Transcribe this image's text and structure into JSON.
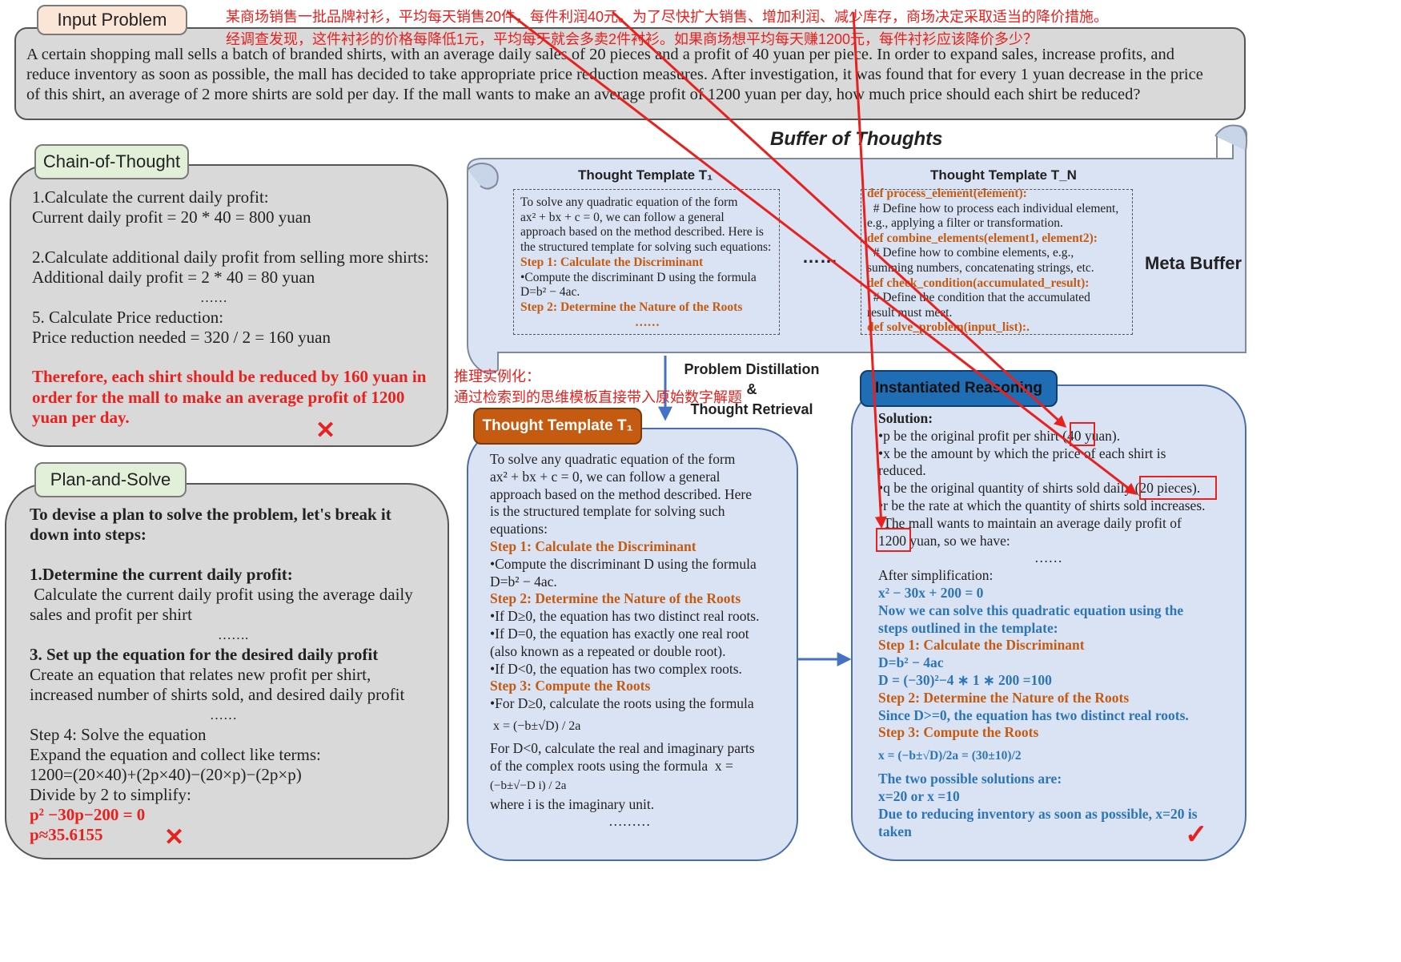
{
  "input_problem": {
    "tab_label": "Input Problem",
    "chinese_line1": "某商场销售一批品牌衬衫，平均每天销售20件，每件利润40元。为了尽快扩大销售、增加利润、减少库存，商场决定采取适当的降价措施。",
    "chinese_line2": "经调查发现，这件衬衫的价格每降低1元，平均每天就会多卖2件衬衫。如果商场想平均每天赚1200元，每件衬衫应该降价多少？",
    "lines": [
      "A certain shopping mall sells a batch of branded shirts, with an average daily sales of 20 pieces and a profit of 40 yuan per piece. In order to expand sales, increase profits, and",
      "reduce inventory as soon as possible, the mall has decided to take appropriate price reduction measures. After investigation, it was found that for every 1 yuan decrease in the price",
      "of this shirt, an average of 2 more shirts are sold per day. If the mall wants to make an average profit of 1200 yuan per day, how much price should each shirt be reduced?"
    ]
  },
  "chain_of_thought": {
    "tab_label": "Chain-of-Thought",
    "lines": [
      "1.Calculate the current daily profit:",
      "Current daily profit = 20 * 40 = 800 yuan",
      "",
      "2.Calculate additional daily profit from selling more shirts:",
      "Additional daily profit = 2 * 40 = 80 yuan",
      "……",
      "5. Calculate Price reduction:",
      "Price reduction needed = 320 / 2 = 160 yuan"
    ],
    "conclusion": [
      "Therefore, each shirt should be reduced by 160 yuan in",
      "order for the mall to make an average profit of 1200",
      "yuan per day."
    ],
    "mark": "✕"
  },
  "plan_and_solve": {
    "tab_label": "Plan-and-Solve",
    "intro": [
      "To devise a plan to solve the problem, let's break it",
      "down into steps:"
    ],
    "step1_title": "1.Determine the current daily profit:",
    "step1_lines": [
      " Calculate the current daily profit using the average daily",
      "sales and profit per shirt"
    ],
    "dots1": "…….",
    "step3_title": "3. Set up the equation for the desired daily profit",
    "step3_lines": [
      "Create an equation that relates new profit per shirt,",
      "increased number of shirts sold, and desired daily profit"
    ],
    "dots2": "……",
    "step4_lines": [
      "Step 4: Solve the equation",
      "Expand the equation and collect like terms:",
      "1200=(20×40)+(2p×40)−(20×p)−(2p×p)",
      "Divide by 2 to simplify:"
    ],
    "eq": "p² −30p−200 = 0",
    "approx": "p≈35.6155",
    "mark": "✕"
  },
  "buffer": {
    "title": "Buffer of Thoughts",
    "template1_title": "Thought Template T₁",
    "templateN_title": "Thought Template T_N",
    "meta_label": "Meta Buffer",
    "middle_dots": "……",
    "t1_lines": [
      "To solve any quadratic equation of the form",
      "ax² + bx + c = 0, we can follow a general",
      "approach based on the method described. Here is",
      "the structured template for solving such equations:"
    ],
    "t1_step1": "Step 1: Calculate the Discriminant",
    "t1_step1_lines": [
      "•Compute the discriminant D using the formula",
      "D=b² − 4ac."
    ],
    "t1_step2": "Step 2: Determine the Nature of the Roots",
    "t1_dots": "……",
    "tn_lines": [
      {
        "t": "def process_element(element):",
        "c": "o"
      },
      {
        "t": "  # Define how to process each individual element,",
        "c": "n"
      },
      {
        "t": "e.g., applying a filter or transformation.",
        "c": "n"
      },
      {
        "t": "def combine_elements(element1, element2):",
        "c": "o"
      },
      {
        "t": "  # Define how to combine elements, e.g.,",
        "c": "n"
      },
      {
        "t": "summing numbers, concatenating strings, etc.",
        "c": "n"
      },
      {
        "t": "def check_condition(accumulated_result):",
        "c": "o"
      },
      {
        "t": "  # Define the condition that the accumulated",
        "c": "n"
      },
      {
        "t": "result must meet.",
        "c": "n"
      },
      {
        "t": "def solve_problem(input_list):.",
        "c": "o"
      }
    ]
  },
  "distill": {
    "line1": "Problem Distillation",
    "line2": "&",
    "line3": "Thought Retrieval"
  },
  "instantiation_note": {
    "line1": "推理实例化：",
    "line2": "通过检索到的思维模板直接带入原始数字解题"
  },
  "template_card": {
    "tab_label": "Thought Template T₁",
    "intro": [
      "To solve any quadratic equation of the form",
      "ax² + bx + c = 0, we can follow a general",
      "approach based on the method described. Here",
      "is the structured template for solving such",
      "equations:"
    ],
    "step1": "Step 1: Calculate the Discriminant",
    "step1_lines": [
      "•Compute the discriminant D using the formula",
      "D=b² − 4ac."
    ],
    "step2": "Step 2: Determine the Nature of the Roots",
    "step2_lines": [
      "•If D≥0, the equation has two distinct real roots.",
      "•If D=0, the equation has exactly one real root",
      "(also known as a repeated or double root).",
      "•If D<0, the equation has two complex roots."
    ],
    "step3": "Step 3: Compute the Roots",
    "step3_lines": [
      "•For D≥0, calculate the roots using the formula"
    ],
    "formula1": "x = (−b±√D) / 2a",
    "step3_more": [
      "For D<0, calculate the real and imaginary parts",
      "of the complex roots using the formula  x ="
    ],
    "formula2": "(−b±√−D i) / 2a",
    "tail": "where i is the imaginary unit.",
    "dots": "………"
  },
  "instantiated": {
    "tab_label": "Instantiated Reasoning",
    "solution": "Solution:",
    "lines": [
      "•p be the original profit per shirt (40 yuan).",
      "•x be the amount by which the price of each shirt is",
      "reduced.",
      "•q be the original quantity of shirts sold daily (20 pieces).",
      "•r be the rate at which the quantity of shirts sold increases.",
      "•The mall wants to maintain an average daily profit of",
      "1200 yuan, so we have:"
    ],
    "dots": "……",
    "after": "After simplification:",
    "eq": "x² − 30x + 200 = 0",
    "blue1": [
      "Now we can solve this quadratic equation using the",
      "steps outlined in the template:"
    ],
    "step1": "Step 1: Calculate the Discriminant",
    "d_formula": "D=b² − 4ac",
    "d_value": "D = (−30)²−4 ∗ 1 ∗ 200 =100",
    "step2": "Step 2: Determine the Nature of the Roots",
    "step2_line": "Since D>=0, the equation has two distinct real roots.",
    "step3": "Step 3: Compute the Roots",
    "roots_formula": "x = (−b±√D)/2a = (30±10)/2",
    "solutions": [
      "The two possible solutions are:",
      "x=20 or x =10"
    ],
    "final": [
      "Due to reducing inventory as soon as possible, x=20 is",
      "taken"
    ],
    "mark": "✓"
  },
  "colors": {
    "red": "#e8201e",
    "orange": "#c55a11",
    "blue": "#2e75b6",
    "gray_box": "#d9d9d9",
    "blue_box": "#dae3f3",
    "green_tab": "#e2f0d9",
    "peach_tab": "#fbe5d6",
    "template_tab": "#c55a11",
    "instantiated_tab": "#1f6eb5"
  }
}
